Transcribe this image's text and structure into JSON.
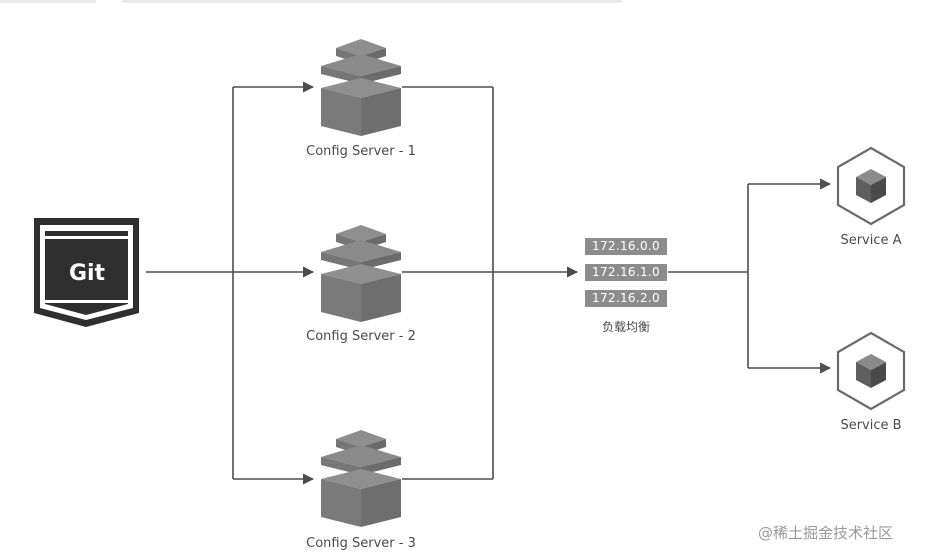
{
  "git": {
    "label": "Git"
  },
  "config_servers": [
    {
      "label": "Config Server - 1"
    },
    {
      "label": "Config Server - 2"
    },
    {
      "label": "Config Server - 3"
    }
  ],
  "load_balancer": {
    "ips": [
      "172.16.0.0",
      "172.16.1.0",
      "172.16.2.0"
    ],
    "label": "负载均衡"
  },
  "services": [
    {
      "label": "Service A"
    },
    {
      "label": "Service B"
    }
  ],
  "watermark": "@稀土掘金技术社区",
  "colors": {
    "line": "#4d4d4d",
    "server_top": "#8a8a8a",
    "server_front": "#7b7b7b",
    "ip_bg": "#8c8c8c",
    "text": "#4a4a4a"
  },
  "icons": {
    "git": "git-badge-icon",
    "server": "server-stack-icon",
    "service": "cube-icon"
  }
}
